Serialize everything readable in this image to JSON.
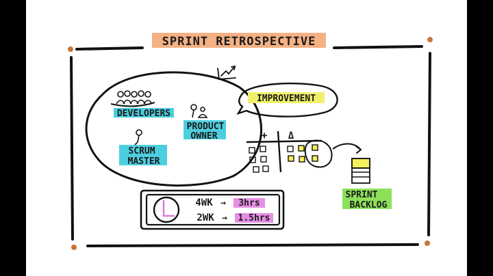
{
  "title": "SPRINT RETROSPECTIVE",
  "team": {
    "developers": "DEVELOPERS",
    "product_owner_line1": "PRODUCT",
    "product_owner_line2": "OWNER",
    "scrum_master_line1": "SCRUM",
    "scrum_master_line2": "MASTER"
  },
  "improvement": "IMPROVEMENT",
  "board": {
    "plus": "+",
    "delta": "Δ"
  },
  "backlog": {
    "line1": "SPRINT",
    "line2": "BACKLOG"
  },
  "timebox": {
    "row1_left": "4WK",
    "row1_right": "3hrs",
    "row2_left": "2WK",
    "row2_right": "1.5hrs"
  },
  "colors": {
    "title_highlight": "#f4b183",
    "cyan_highlight": "#2ec6d9",
    "yellow_highlight": "#f2f06a",
    "green_highlight": "#8de05a",
    "purple_highlight": "#e07be0",
    "sticky_yellow": "#f5ef5a",
    "corner_dot": "#c8743a"
  }
}
